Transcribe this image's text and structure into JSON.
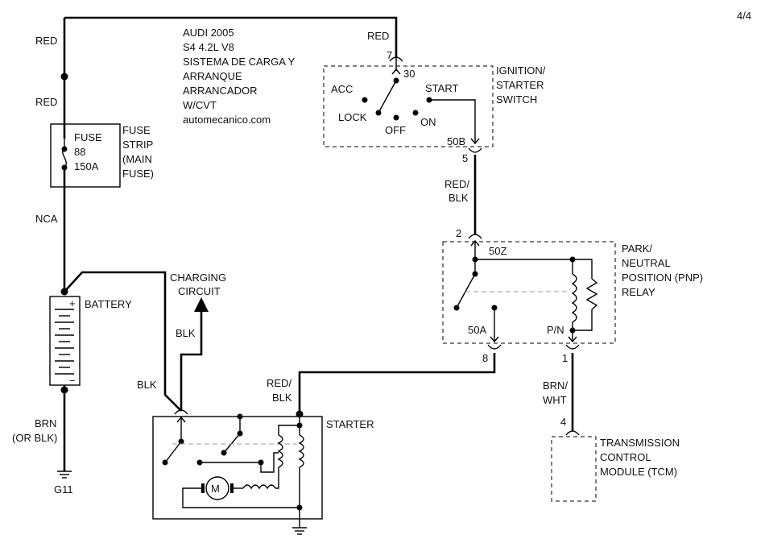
{
  "page": {
    "number": "4/4"
  },
  "title": {
    "lines": [
      "AUDI 2005",
      "S4 4.2L V8",
      "SISTEMA DE CARGA Y",
      "ARRANQUE",
      "ARRANCADOR",
      "W/CVT",
      "automecanico.com"
    ]
  },
  "wires": {
    "red_top": "RED",
    "red_upper": "RED",
    "red_mid": "RED",
    "nca": "NCA",
    "red_blk_1": "RED/",
    "red_blk_1b": "BLK",
    "red_blk_2": "RED/",
    "red_blk_2b": "BLK",
    "blk_charge": "BLK",
    "blk_starter": "BLK",
    "brn_wht": "BRN/",
    "brn_wht_b": "WHT",
    "brn_gnd": "BRN",
    "brn_gnd_b": "(OR BLK)"
  },
  "components": {
    "fuse": {
      "lines": [
        "FUSE",
        "88",
        "150A"
      ]
    },
    "fuse_strip": {
      "lines": [
        "FUSE",
        "STRIP",
        "(MAIN",
        "FUSE)"
      ]
    },
    "battery": {
      "label": "BATTERY",
      "plus": "+",
      "minus": "−"
    },
    "charging": {
      "lines": [
        "CHARGING",
        "CIRCUIT"
      ]
    },
    "ignition": {
      "lines": [
        "IGNITION/",
        "STARTER",
        "SWITCH"
      ],
      "acc": "ACC",
      "lock": "LOCK",
      "off": "OFF",
      "on": "ON",
      "start": "START",
      "pin_in": "7",
      "pin_in_label": "30",
      "pin_out_label": "50B",
      "pin_out": "5"
    },
    "pnp": {
      "lines": [
        "PARK/",
        "NEUTRAL",
        "POSITION (PNP)",
        "RELAY"
      ],
      "pin_in": "2",
      "pin_in_label": "50Z",
      "pin_a_label": "50A",
      "pin_a": "8",
      "pin_pn_label": "P/N",
      "pin_pn": "1"
    },
    "starter": {
      "label": "STARTER",
      "motor": "M"
    },
    "tcm": {
      "lines": [
        "TRANSMISSION",
        "CONTROL",
        "MODULE (TCM)"
      ],
      "pin": "4"
    },
    "ground": {
      "label": "G11"
    }
  }
}
